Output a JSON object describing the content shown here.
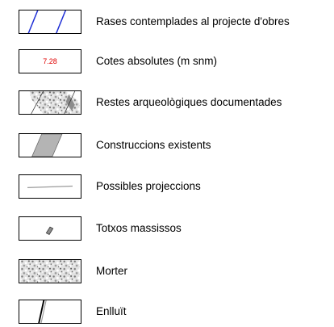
{
  "legend": {
    "items": [
      {
        "id": "rases",
        "label": "Rases contemplades al projecte d'obres",
        "icon": "blue-diagonal-lines-icon",
        "color": "#1f2fd6"
      },
      {
        "id": "cotes",
        "label": "Cotes absolutes (m snm)",
        "icon": "elevation-value-icon",
        "sample_value": "7.28",
        "color": "#e00000"
      },
      {
        "id": "restes",
        "label": "Restes arqueològiques documentades",
        "icon": "archaeological-remains-texture-icon"
      },
      {
        "id": "construccions",
        "label": "Construccions existents",
        "icon": "grey-parallelogram-icon",
        "color": "#b4b4b4"
      },
      {
        "id": "projeccions",
        "label": "Possibles projeccions",
        "icon": "grey-line-icon",
        "color": "#9a9a9a"
      },
      {
        "id": "totxos",
        "label": "Totxos massissos",
        "icon": "brick-icon"
      },
      {
        "id": "morter",
        "label": "Morter",
        "icon": "mortar-texture-icon"
      },
      {
        "id": "enlluit",
        "label": "Enlluït",
        "icon": "plaster-line-icon"
      }
    ]
  }
}
